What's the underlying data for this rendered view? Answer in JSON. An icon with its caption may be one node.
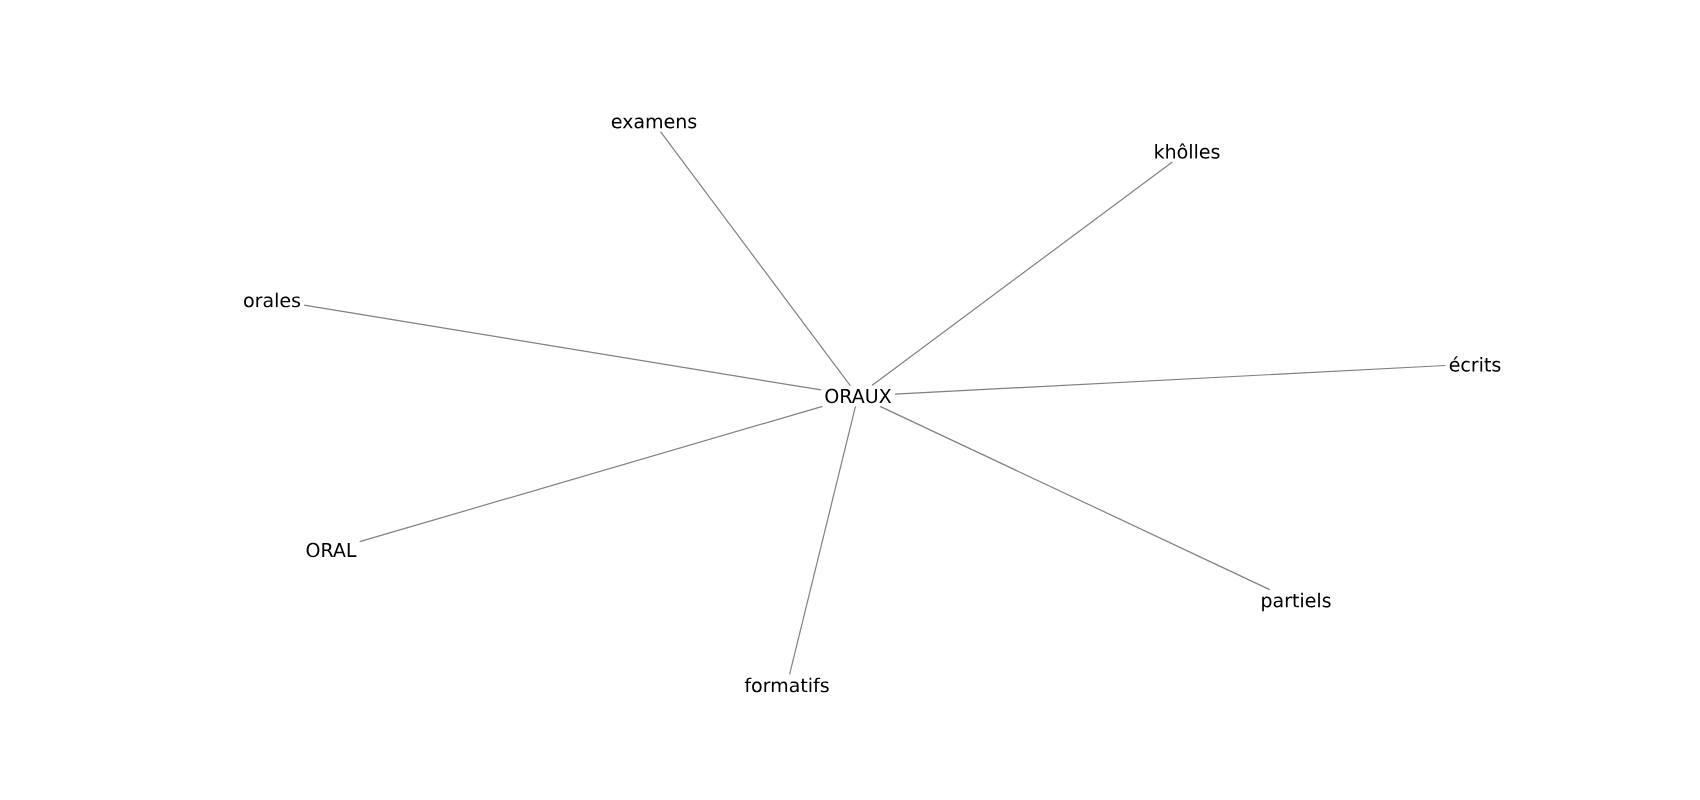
{
  "diagram": {
    "nodes": [
      {
        "text": [
          "examens"
        ]
      },
      {
        "text": [
          "khôlles"
        ]
      },
      {
        "text": [
          "orales"
        ]
      },
      {
        "text": [
          "écrits"
        ]
      },
      {
        "text": [
          "ORAUX"
        ]
      },
      {
        "text": [
          "ORAL"
        ]
      },
      {
        "text": [
          "partiels"
        ]
      },
      {
        "text": [
          "formatifs"
        ]
      }
    ],
    "edges": [
      {
        "from": 4,
        "to": 0,
        "arrow": "none"
      },
      {
        "from": 4,
        "to": 1,
        "arrow": "none"
      },
      {
        "from": 4,
        "to": 2,
        "arrow": "none"
      },
      {
        "from": 4,
        "to": 3,
        "arrow": "none"
      },
      {
        "from": 4,
        "to": 5,
        "arrow": "none"
      },
      {
        "from": 4,
        "to": 6,
        "arrow": "none"
      },
      {
        "from": 4,
        "to": 7,
        "arrow": "none"
      }
    ]
  }
}
